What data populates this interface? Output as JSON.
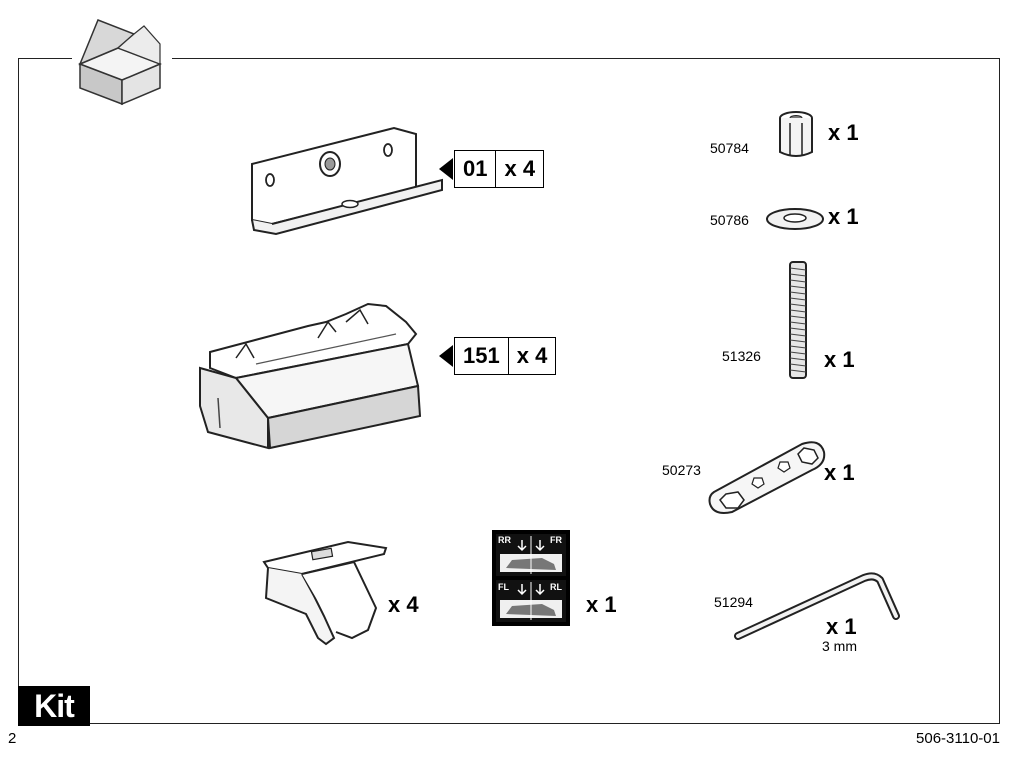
{
  "page": {
    "number": "2",
    "code": "506-3110-01",
    "kit_label": "Kit"
  },
  "parts": [
    {
      "id": "foot-plate",
      "code": "01",
      "quantity": "x 4"
    },
    {
      "id": "foot-pad",
      "code": "151",
      "quantity": "x 4"
    },
    {
      "id": "clip",
      "quantity": "x 4"
    },
    {
      "id": "sticker-sheet",
      "quantity": "x 1",
      "labels": [
        "RR",
        "FR",
        "FL",
        "RL"
      ]
    },
    {
      "id": "nut",
      "number": "50784",
      "quantity": "x 1"
    },
    {
      "id": "washer",
      "number": "50786",
      "quantity": "x 1"
    },
    {
      "id": "threaded-rod",
      "number": "51326",
      "quantity": "x 1"
    },
    {
      "id": "wrench",
      "number": "50273",
      "quantity": "x 1"
    },
    {
      "id": "hex-key",
      "number": "51294",
      "quantity": "x 1",
      "size": "3 mm"
    }
  ]
}
